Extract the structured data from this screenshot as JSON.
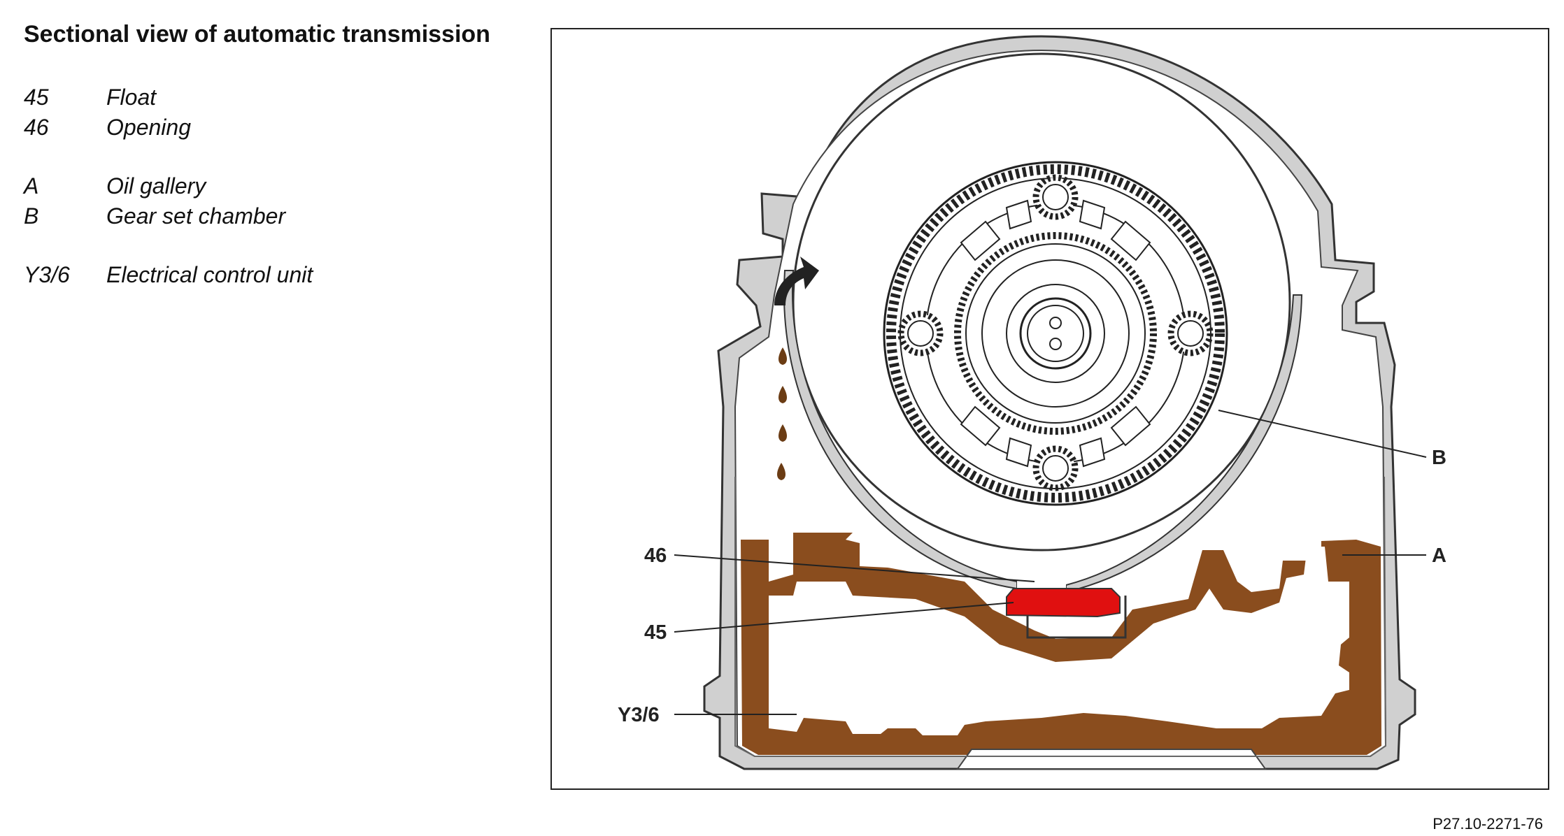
{
  "title": "Sectional view of automatic transmission",
  "legend": [
    {
      "key": "45",
      "text": "Float"
    },
    {
      "key": "46",
      "text": "Opening"
    },
    {
      "key": "A",
      "text": "Oil gallery"
    },
    {
      "key": "B",
      "text": "Gear set chamber"
    },
    {
      "key": "Y3/6",
      "text": "Electrical control unit"
    }
  ],
  "callouts": {
    "c46": "46",
    "c45": "45",
    "cY36": "Y3/6",
    "cB": "B",
    "cA": "A"
  },
  "figure_code": "P27.10-2271-76",
  "colors": {
    "oil": "#8a4d1e",
    "float": "#e01010",
    "housing": "#d0d0d0",
    "line": "#333333"
  }
}
